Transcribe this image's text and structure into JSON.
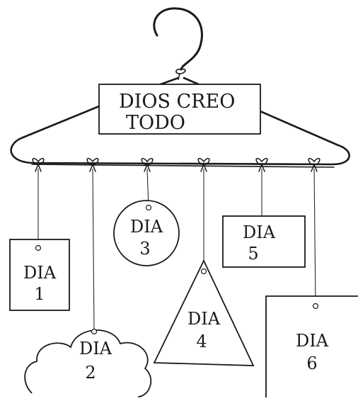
{
  "sign": {
    "line1": "DIOS CREO",
    "line2": "TODO"
  },
  "tags": [
    {
      "id": "dia-1",
      "shape": "rectangle",
      "word": "DIA",
      "number": "1"
    },
    {
      "id": "dia-2",
      "shape": "cloud",
      "word": "DIA",
      "number": "2"
    },
    {
      "id": "dia-3",
      "shape": "circle",
      "word": "DIA",
      "number": "3"
    },
    {
      "id": "dia-4",
      "shape": "triangle",
      "word": "DIA",
      "number": "4"
    },
    {
      "id": "dia-5",
      "shape": "rectangle",
      "word": "DIA",
      "number": "5"
    },
    {
      "id": "dia-6",
      "shape": "square",
      "word": "DIA",
      "number": "6"
    }
  ],
  "colors": {
    "ink": "#1a1a1a",
    "paper": "#ffffff"
  }
}
